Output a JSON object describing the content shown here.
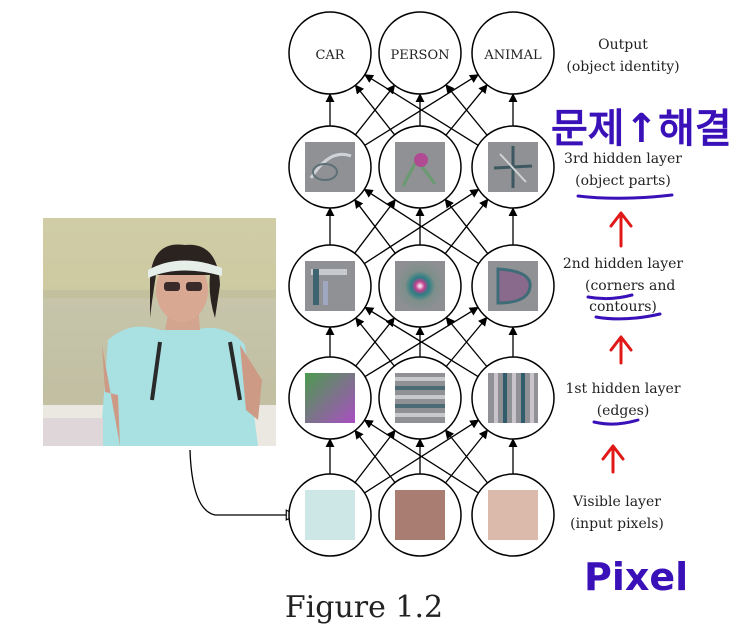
{
  "output_nodes": [
    "CAR",
    "PERSON",
    "ANIMAL"
  ],
  "layer_labels": {
    "output": {
      "line1": "Output",
      "line2": "(object identity)"
    },
    "hidden3": {
      "line1": "3rd hidden layer",
      "line2": "(object parts)"
    },
    "hidden2": {
      "line1": "2nd hidden layer",
      "line2a": "(corners",
      "line2b": " and",
      "line3": "contours)"
    },
    "hidden1": {
      "line1": "1st hidden layer",
      "line2": "(edges)"
    },
    "visible": {
      "line1": "Visible layer",
      "line2": "(input pixels)"
    }
  },
  "annotations": {
    "korean_note": "문제↑해결",
    "pixel_note": "Pixel",
    "ink_color_blue": "#3a10b8",
    "ink_color_red": "#e01818"
  },
  "caption": "Figure 1.2",
  "input_pixel_colors": [
    "#cce7e6",
    "#a97d71",
    "#dbb9ab"
  ]
}
